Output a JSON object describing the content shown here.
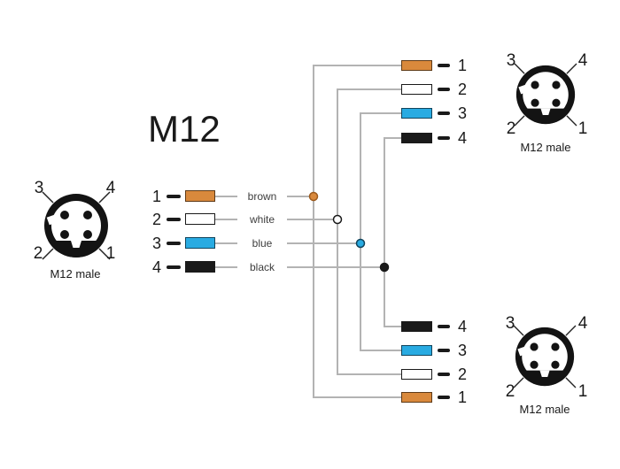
{
  "title": "M12",
  "colors": {
    "line": "#b3b3b3",
    "text": "#1a1a1a",
    "connector": "#131313",
    "brown": "#d9893c",
    "brown_border": "#5e3a17",
    "brown_dot_border": "#9c5a1d",
    "white": "#ffffff",
    "white_border": "#1a1a1a",
    "blue": "#29abe2",
    "blue_border": "#11445c",
    "black": "#1a1a1a"
  },
  "center": {
    "rows": [
      {
        "pin": "1",
        "color_name": "brown"
      },
      {
        "pin": "2",
        "color_name": "white"
      },
      {
        "pin": "3",
        "color_name": "blue"
      },
      {
        "pin": "4",
        "color_name": "black"
      }
    ]
  },
  "top_branch": {
    "pins": [
      "1",
      "2",
      "3",
      "4"
    ]
  },
  "bottom_branch": {
    "pins": [
      "4",
      "3",
      "2",
      "1"
    ]
  },
  "connectors": {
    "left": {
      "label": "M12 male",
      "tl": "3",
      "tr": "4",
      "bl": "2",
      "br": "1"
    },
    "top_right": {
      "label": "M12 male",
      "tl": "3",
      "tr": "4",
      "bl": "2",
      "br": "1"
    },
    "bottom_right": {
      "label": "M12 male",
      "tl": "3",
      "tr": "4",
      "bl": "2",
      "br": "1"
    }
  }
}
